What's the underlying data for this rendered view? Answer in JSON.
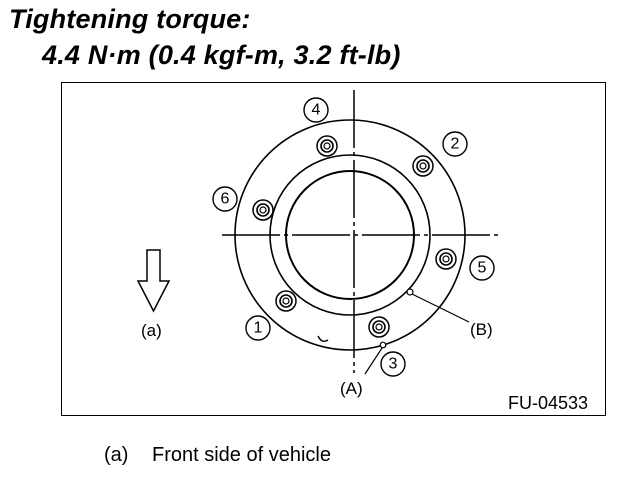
{
  "title": {
    "line1": "Tightening torque:",
    "line2": "4.4 N·m (0.4 kgf-m, 3.2 ft-lb)"
  },
  "diagram": {
    "bolt_numbers": [
      "1",
      "2",
      "3",
      "4",
      "5",
      "6"
    ],
    "label_a": "(a)",
    "label_A": "(A)",
    "label_B": "(B)",
    "figure_code": "FU-04533"
  },
  "caption": {
    "key": "(a)",
    "text": "Front side of vehicle"
  }
}
